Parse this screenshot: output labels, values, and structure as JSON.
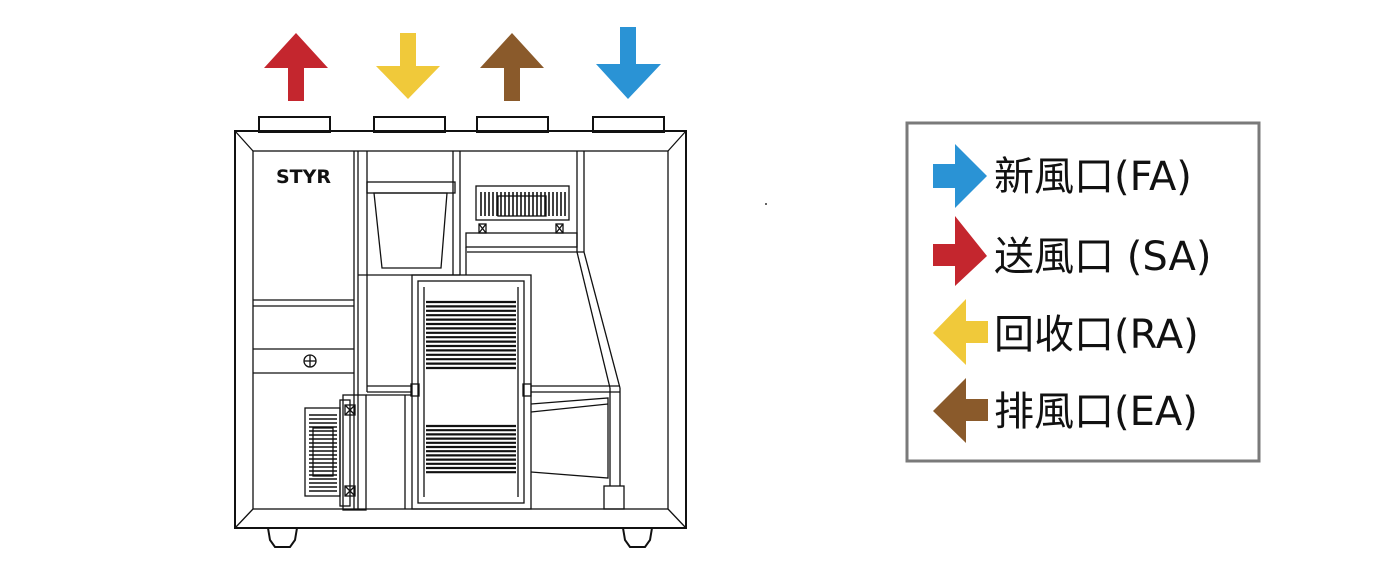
{
  "unit": {
    "brand_label": "STYR"
  },
  "colors": {
    "fresh_air": "#2a93d5",
    "supply_air": "#c4262e",
    "return_air": "#f0c93a",
    "exhaust_air": "#8a5a2b",
    "line": "#111111",
    "legend_border": "#7a7a7a"
  },
  "top_arrows": [
    {
      "key": "supply",
      "direction": "up",
      "color": "#c4262e"
    },
    {
      "key": "return",
      "direction": "down",
      "color": "#f0c93a"
    },
    {
      "key": "exhaust",
      "direction": "up",
      "color": "#8a5a2b"
    },
    {
      "key": "fresh",
      "direction": "down",
      "color": "#2a93d5"
    }
  ],
  "legend": {
    "items": [
      {
        "label": "新風口(FA)",
        "color": "#2a93d5",
        "icon": "arrow-right-icon"
      },
      {
        "label": "送風口 (SA)",
        "color": "#c4262e",
        "icon": "arrow-right-icon"
      },
      {
        "label": "回收口(RA)",
        "color": "#f0c93a",
        "icon": "arrow-left-icon"
      },
      {
        "label": "排風口(EA)",
        "color": "#8a5a2b",
        "icon": "arrow-left-icon"
      }
    ]
  }
}
